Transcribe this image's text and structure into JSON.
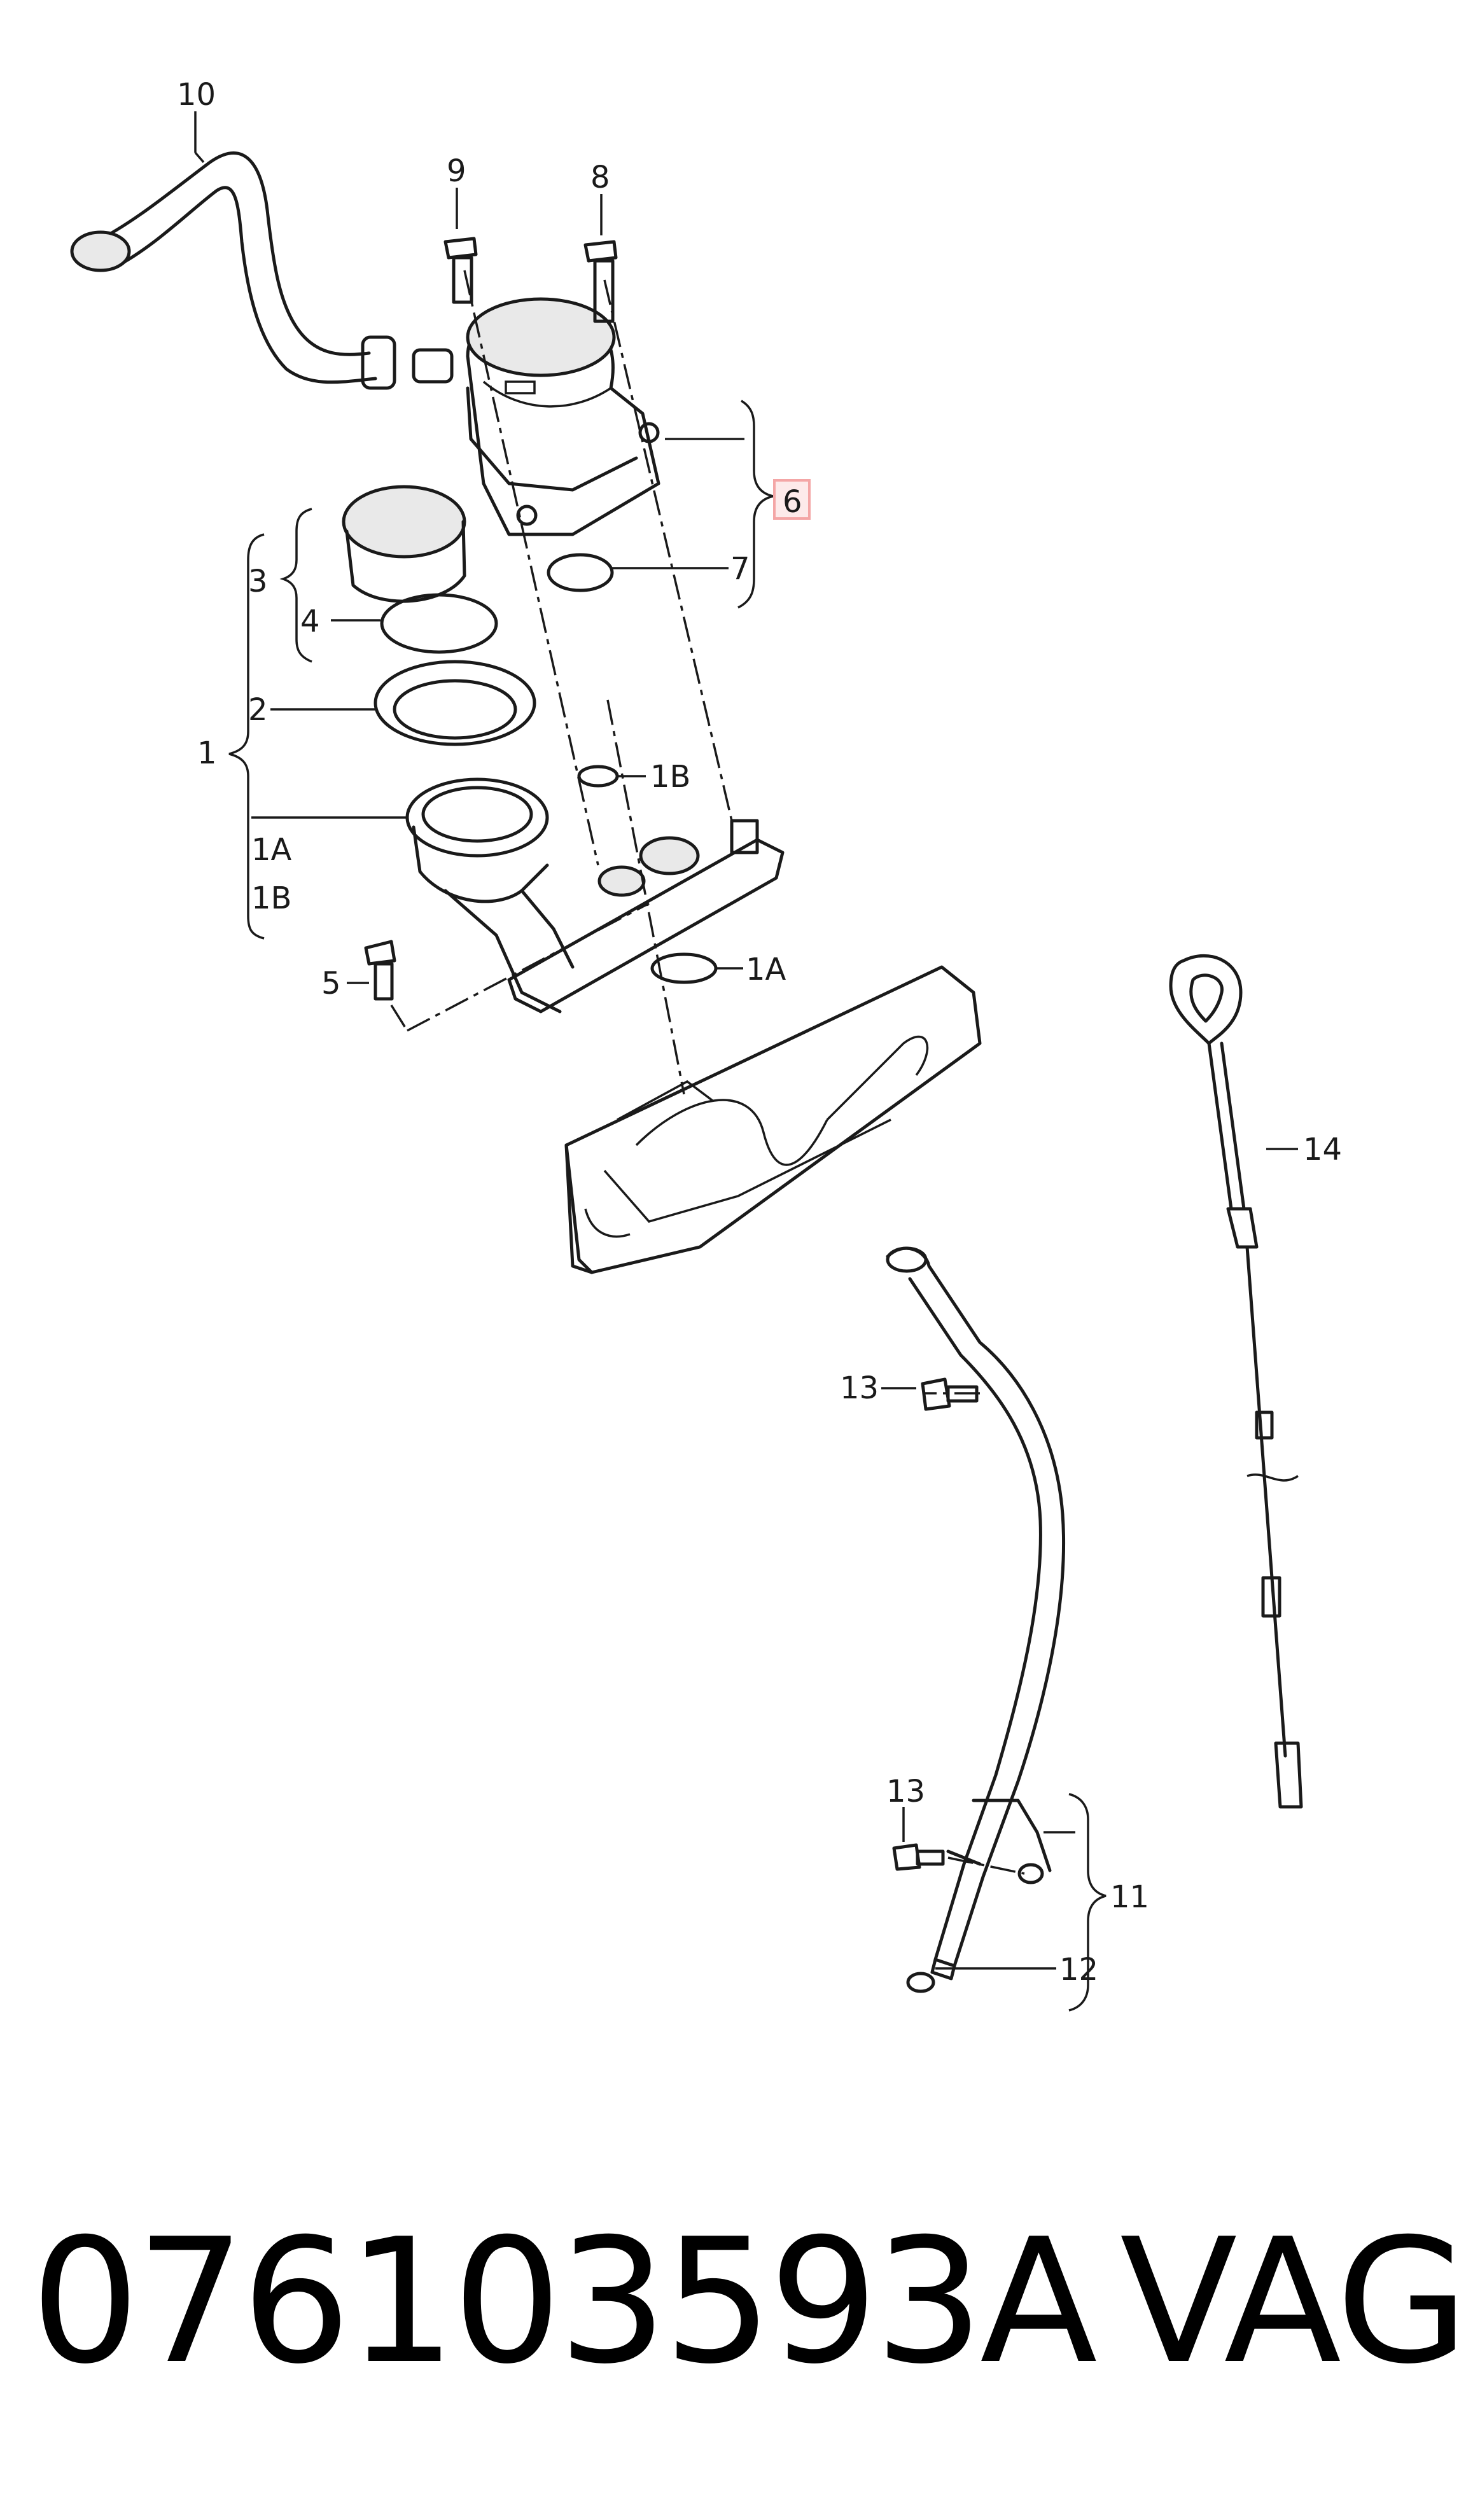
{
  "diagram": {
    "callouts": {
      "c1": "1",
      "c1A_side": "1A",
      "c1B_side": "1B",
      "c1A": "1A",
      "c1B": "1B",
      "c2": "2",
      "c3": "3",
      "c4": "4",
      "c5": "5",
      "c6": "6",
      "c7": "7",
      "c8": "8",
      "c9": "9",
      "c10": "10",
      "c11": "11",
      "c12": "12",
      "c13_upper": "13",
      "c13_lower": "13",
      "c14": "14"
    },
    "highlight_color": "#f4a6a6"
  },
  "footer": {
    "part_number": "076103593A",
    "brand": "VAG"
  }
}
